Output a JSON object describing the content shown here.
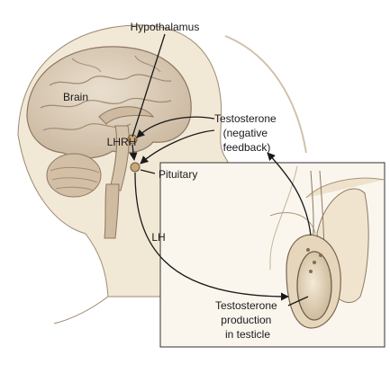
{
  "labels": {
    "hypothalamus": "Hypothalamus",
    "brain": "Brain",
    "lhrh": "LHRH",
    "testosterone_feedback": [
      "Testosterone",
      "(negative",
      "feedback)"
    ],
    "pituitary": "Pituitary",
    "lh": "LH",
    "testosterone_production": [
      "Testosterone",
      "production",
      "in testicle"
    ]
  },
  "colors": {
    "skin": "#efe3cf",
    "skin_shade": "#d9c6a8",
    "brain": "#d8c8b4",
    "brain_dark": "#b9a38a",
    "outline": "#6a5a48",
    "arrow": "#1a1a1a",
    "inset_border": "#333333",
    "hormone_dot": "#8a6a4a"
  }
}
